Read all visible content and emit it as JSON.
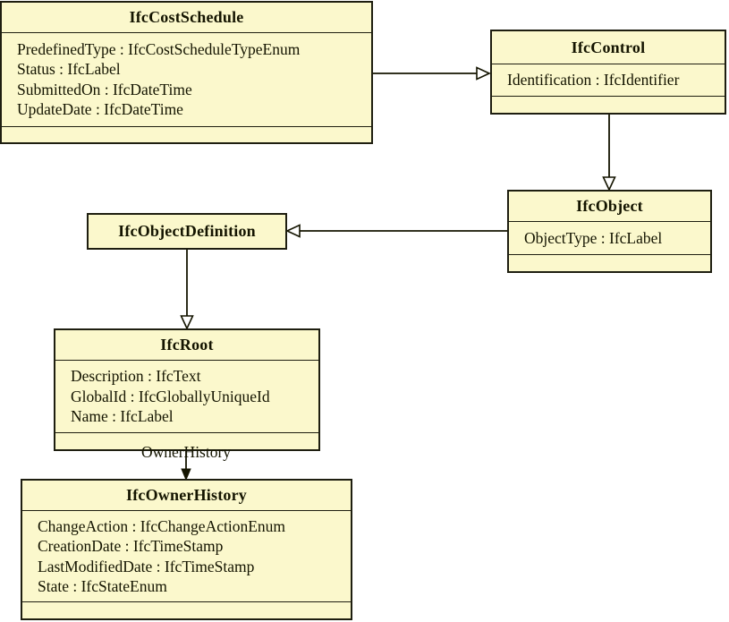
{
  "diagram": {
    "type": "uml-class-diagram",
    "subject": "IFC cost schedule inheritance hierarchy",
    "colors": {
      "box_fill": "#FBF8CC",
      "border": "#1E1E10",
      "text": "#141400",
      "background": "#FFFFFF"
    },
    "classes": [
      {
        "name": "IfcCostSchedule",
        "attributes": [
          "PredefinedType : IfcCostScheduleTypeEnum",
          "Status : IfcLabel",
          "SubmittedOn : IfcDateTime",
          "UpdateDate : IfcDateTime"
        ]
      },
      {
        "name": "IfcControl",
        "attributes": [
          "Identification : IfcIdentifier"
        ]
      },
      {
        "name": "IfcObject",
        "attributes": [
          "ObjectType : IfcLabel"
        ]
      },
      {
        "name": "IfcObjectDefinition",
        "attributes": []
      },
      {
        "name": "IfcRoot",
        "attributes": [
          "Description : IfcText",
          "GlobalId : IfcGloballyUniqueId",
          "Name : IfcLabel"
        ]
      },
      {
        "name": "IfcOwnerHistory",
        "attributes": [
          "ChangeAction : IfcChangeActionEnum",
          "CreationDate : IfcTimeStamp",
          "LastModifiedDate : IfcTimeStamp",
          "State : IfcStateEnum"
        ]
      }
    ],
    "relationships": [
      {
        "from": "IfcCostSchedule",
        "to": "IfcControl",
        "type": "generalization",
        "label": ""
      },
      {
        "from": "IfcControl",
        "to": "IfcObject",
        "type": "generalization",
        "label": ""
      },
      {
        "from": "IfcObject",
        "to": "IfcObjectDefinition",
        "type": "generalization",
        "label": ""
      },
      {
        "from": "IfcObjectDefinition",
        "to": "IfcRoot",
        "type": "generalization",
        "label": ""
      },
      {
        "from": "IfcRoot",
        "to": "IfcOwnerHistory",
        "type": "association",
        "label": "OwnerHistory"
      }
    ]
  }
}
